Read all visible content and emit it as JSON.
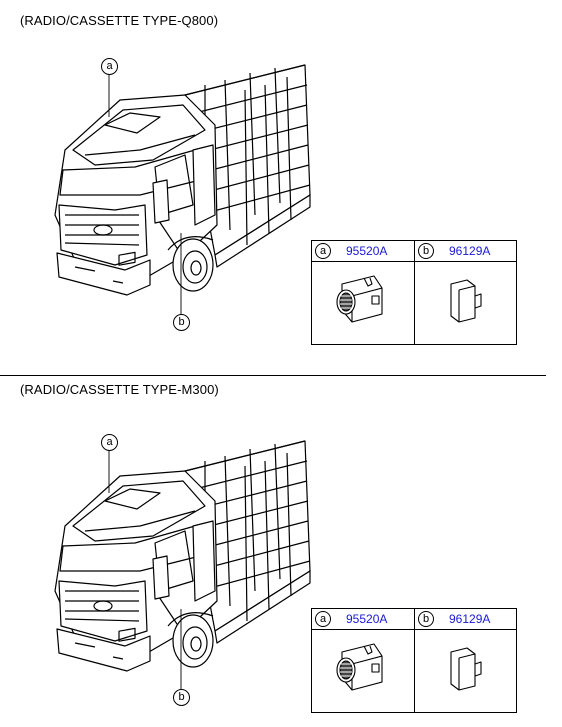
{
  "sections": [
    {
      "title": "(RADIO/CASSETTE TYPE-Q800)",
      "callouts": [
        "a",
        "b"
      ],
      "parts": [
        {
          "letter": "a",
          "part_number": "95520A"
        },
        {
          "letter": "b",
          "part_number": "96129A"
        }
      ]
    },
    {
      "title": "(RADIO/CASSETTE TYPE-M300)",
      "callouts": [
        "a",
        "b"
      ],
      "parts": [
        {
          "letter": "a",
          "part_number": "95520A"
        },
        {
          "letter": "b",
          "part_number": "96129A"
        }
      ]
    }
  ],
  "colors": {
    "part_number": "#1a1ad6"
  }
}
